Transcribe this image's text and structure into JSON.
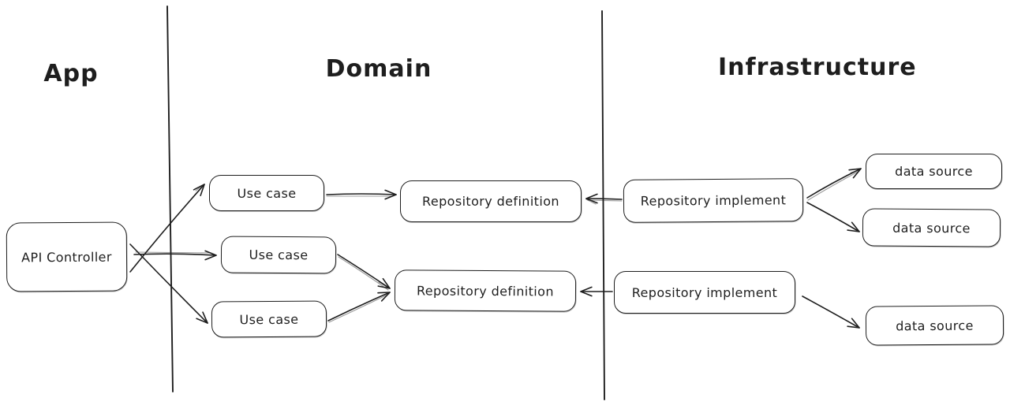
{
  "canvas": {
    "background": "#ffffff",
    "stroke_color": "#1e1e1e"
  },
  "sections": {
    "app": {
      "label": "App"
    },
    "domain": {
      "label": "Domain"
    },
    "infrastructure": {
      "label": "Infrastructure"
    }
  },
  "nodes": {
    "api_controller": {
      "label": "API Controller"
    },
    "use_case_1": {
      "label": "Use case"
    },
    "use_case_2": {
      "label": "Use case"
    },
    "use_case_3": {
      "label": "Use case"
    },
    "repository_definition_1": {
      "label": "Repository definition"
    },
    "repository_definition_2": {
      "label": "Repository definition"
    },
    "repository_implement_1": {
      "label": "Repository implement"
    },
    "repository_implement_2": {
      "label": "Repository implement"
    },
    "data_source_1": {
      "label": "data source"
    },
    "data_source_2": {
      "label": "data source"
    },
    "data_source_3": {
      "label": "data source"
    }
  },
  "edges": [
    {
      "from": "api_controller",
      "to": "use_case_1"
    },
    {
      "from": "api_controller",
      "to": "use_case_2"
    },
    {
      "from": "api_controller",
      "to": "use_case_3"
    },
    {
      "from": "use_case_1",
      "to": "repository_definition_1"
    },
    {
      "from": "use_case_2",
      "to": "repository_definition_2"
    },
    {
      "from": "use_case_3",
      "to": "repository_definition_2"
    },
    {
      "from": "repository_implement_1",
      "to": "repository_definition_1"
    },
    {
      "from": "repository_implement_2",
      "to": "repository_definition_2"
    },
    {
      "from": "repository_implement_1",
      "to": "data_source_1"
    },
    {
      "from": "repository_implement_1",
      "to": "data_source_2"
    },
    {
      "from": "repository_implement_2",
      "to": "data_source_3"
    }
  ]
}
